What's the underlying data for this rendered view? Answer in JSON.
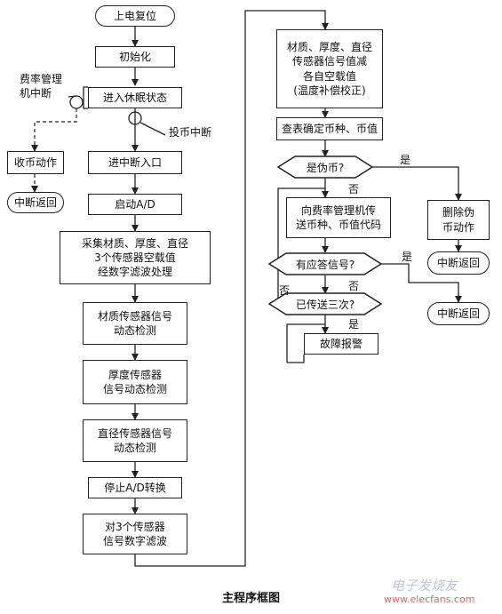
{
  "left_column": {
    "power_reset": "上电复位",
    "init": "初始化",
    "sleep": "进入休眠状态",
    "coin_interrupt_label": "投币中断",
    "enter_interrupt": "进中断入口",
    "start_ad": "启动A/D",
    "collect": "采集材质、厚度、直径\n3个传感器空载值\n经数字滤波处理",
    "material_detect": "材质传感器信号\n动态检测",
    "thickness_detect": "厚度传感器\n信号动态检测",
    "diameter_detect": "直径传感器信号\n动态检测",
    "stop_ad": "停止A/D转换",
    "filter": "对3个传感器\n信号数字滤波"
  },
  "side_branch": {
    "fee_interrupt_label": "费率管理\n机中断",
    "collect_coin": "收币动作",
    "return": "中断返回"
  },
  "right_column": {
    "subtract": "材质、厚度、直径\n传感器信号值减\n各自空载值\n(温度补偿校正)",
    "lookup": "查表确定币种、币值",
    "is_fake": "是伪币?",
    "send_code": "向费率管理机传\n送币种、币值代码",
    "has_reply": "有应答信号?",
    "sent_three": "已传送三次?",
    "fault_alarm": "故障报警",
    "delete_fake": "删除伪\n币动作",
    "return_fake": "中断返回",
    "return_reply": "中断返回",
    "yes": "是",
    "no": "否"
  },
  "caption": "主程序框图",
  "watermark": "电子发烧友",
  "watermark_url": "www.elecfans.com"
}
